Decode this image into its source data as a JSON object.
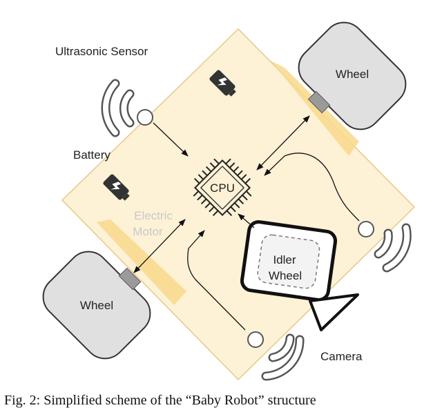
{
  "labels": {
    "ultrasonic_sensor": "Ultrasonic Sensor",
    "battery": "Battery",
    "electric_motor_line1": "Electric",
    "electric_motor_line2": "Motor",
    "cpu": "CPU",
    "idler_wheel_line1": "Idler",
    "idler_wheel_line2": "Wheel",
    "camera": "Camera",
    "wheel_top": "Wheel",
    "wheel_bottom": "Wheel"
  },
  "caption": "Fig. 2: Simplified scheme of the “Baby Robot” structure",
  "colors": {
    "chassis_fill": "#fdf1d6",
    "chassis_stroke": "#e6c98a",
    "motor_fill": "#f8d98c",
    "wheel_fill": "#e0e0e0",
    "wheel_stroke": "#333333",
    "cpu_stroke": "#222222"
  },
  "icons": {
    "battery": "battery-charging-icon",
    "cpu": "microchip-icon",
    "sensor": "ultrasonic-wave-icon",
    "camera": "camera-triangle-icon"
  }
}
